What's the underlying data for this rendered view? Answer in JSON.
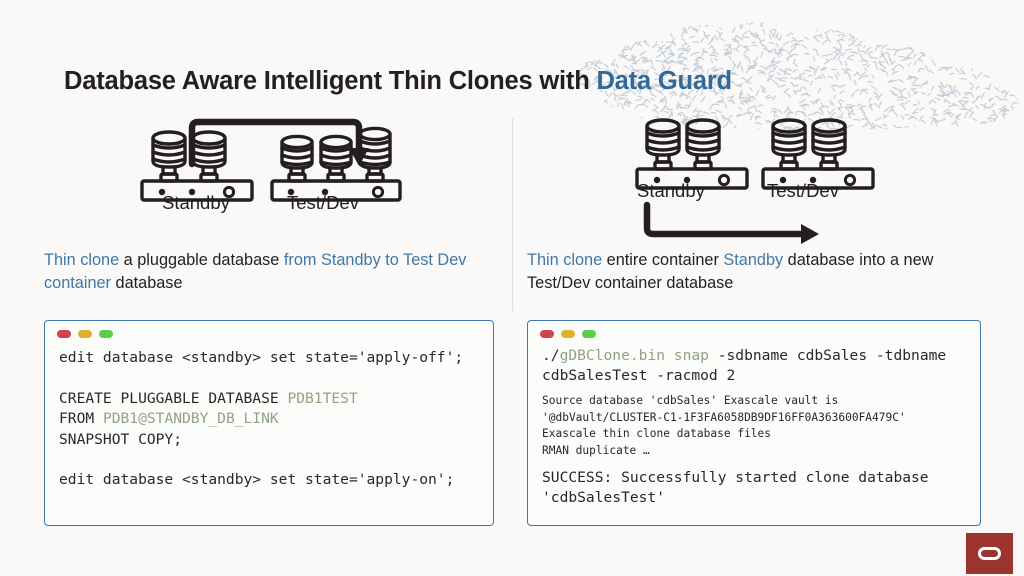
{
  "title": {
    "part1": "Database Aware Intelligent Thin Clones with ",
    "part2": "Data Guard"
  },
  "colors": {
    "background": "#faf9f7",
    "title_dark": "#231f20",
    "accent_blue": "#32699c",
    "link_blue": "#3f78a8",
    "code_border": "#3f78a8",
    "code_background": "#fcfcfa",
    "code_text": "#282828",
    "code_green": "#90a386",
    "icon_dark": "#231f20",
    "divider": "#dedede",
    "oracle_red": "#9b332f",
    "dot_red": "#d1434c",
    "dot_yellow": "#ddb22a",
    "dot_green": "#5dcc47"
  },
  "left": {
    "diagram": {
      "source_label": "Standby",
      "target_label": "Test/Dev",
      "source_nodes": 2,
      "target_nodes": 3,
      "arrow_direction": "over-the-top left-to-right"
    },
    "description": {
      "seg1": "Thin clone",
      "seg2": " a pluggable database ",
      "seg3": "from Standby to Test Dev container",
      "seg4": " database"
    },
    "code": {
      "line1": "edit database <standby> set state='apply-off';",
      "line2_plain": "CREATE PLUGGABLE DATABASE ",
      "line2_green": "PDB1TEST",
      "line3_plain": "FROM ",
      "line3_green": "PDB1@STANDBY_DB_LINK",
      "line4": "SNAPSHOT COPY;",
      "line5": "edit database <standby> set state='apply-on';"
    }
  },
  "right": {
    "diagram": {
      "source_label": "Standby",
      "target_label": "Test/Dev",
      "source_nodes": 2,
      "target_nodes": 2,
      "arrow_direction": "under-the-bottom left-to-right"
    },
    "description": {
      "seg1": "Thin clone",
      "seg2": " entire container ",
      "seg3": "Standby",
      "seg4": " database into a new Test/Dev container database"
    },
    "code": {
      "cmd_prefix": "./",
      "cmd_green": "gDBClone.bin snap",
      "cmd_suffix": " -sdbname cdbSales -tdbname cdbSalesTest -racmod 2",
      "log1": "Source database 'cdbSales' Exascale vault is",
      "log2": "'@dbVault/CLUSTER-C1-1F3FA6058DB9DF16FF0A363600FA479C'",
      "log3": "Exascale thin clone database files",
      "log4": "RMAN duplicate …",
      "success": "SUCCESS: Successfully started clone database 'cdbSalesTest'"
    }
  },
  "branding": {
    "logo_name": "Oracle"
  }
}
